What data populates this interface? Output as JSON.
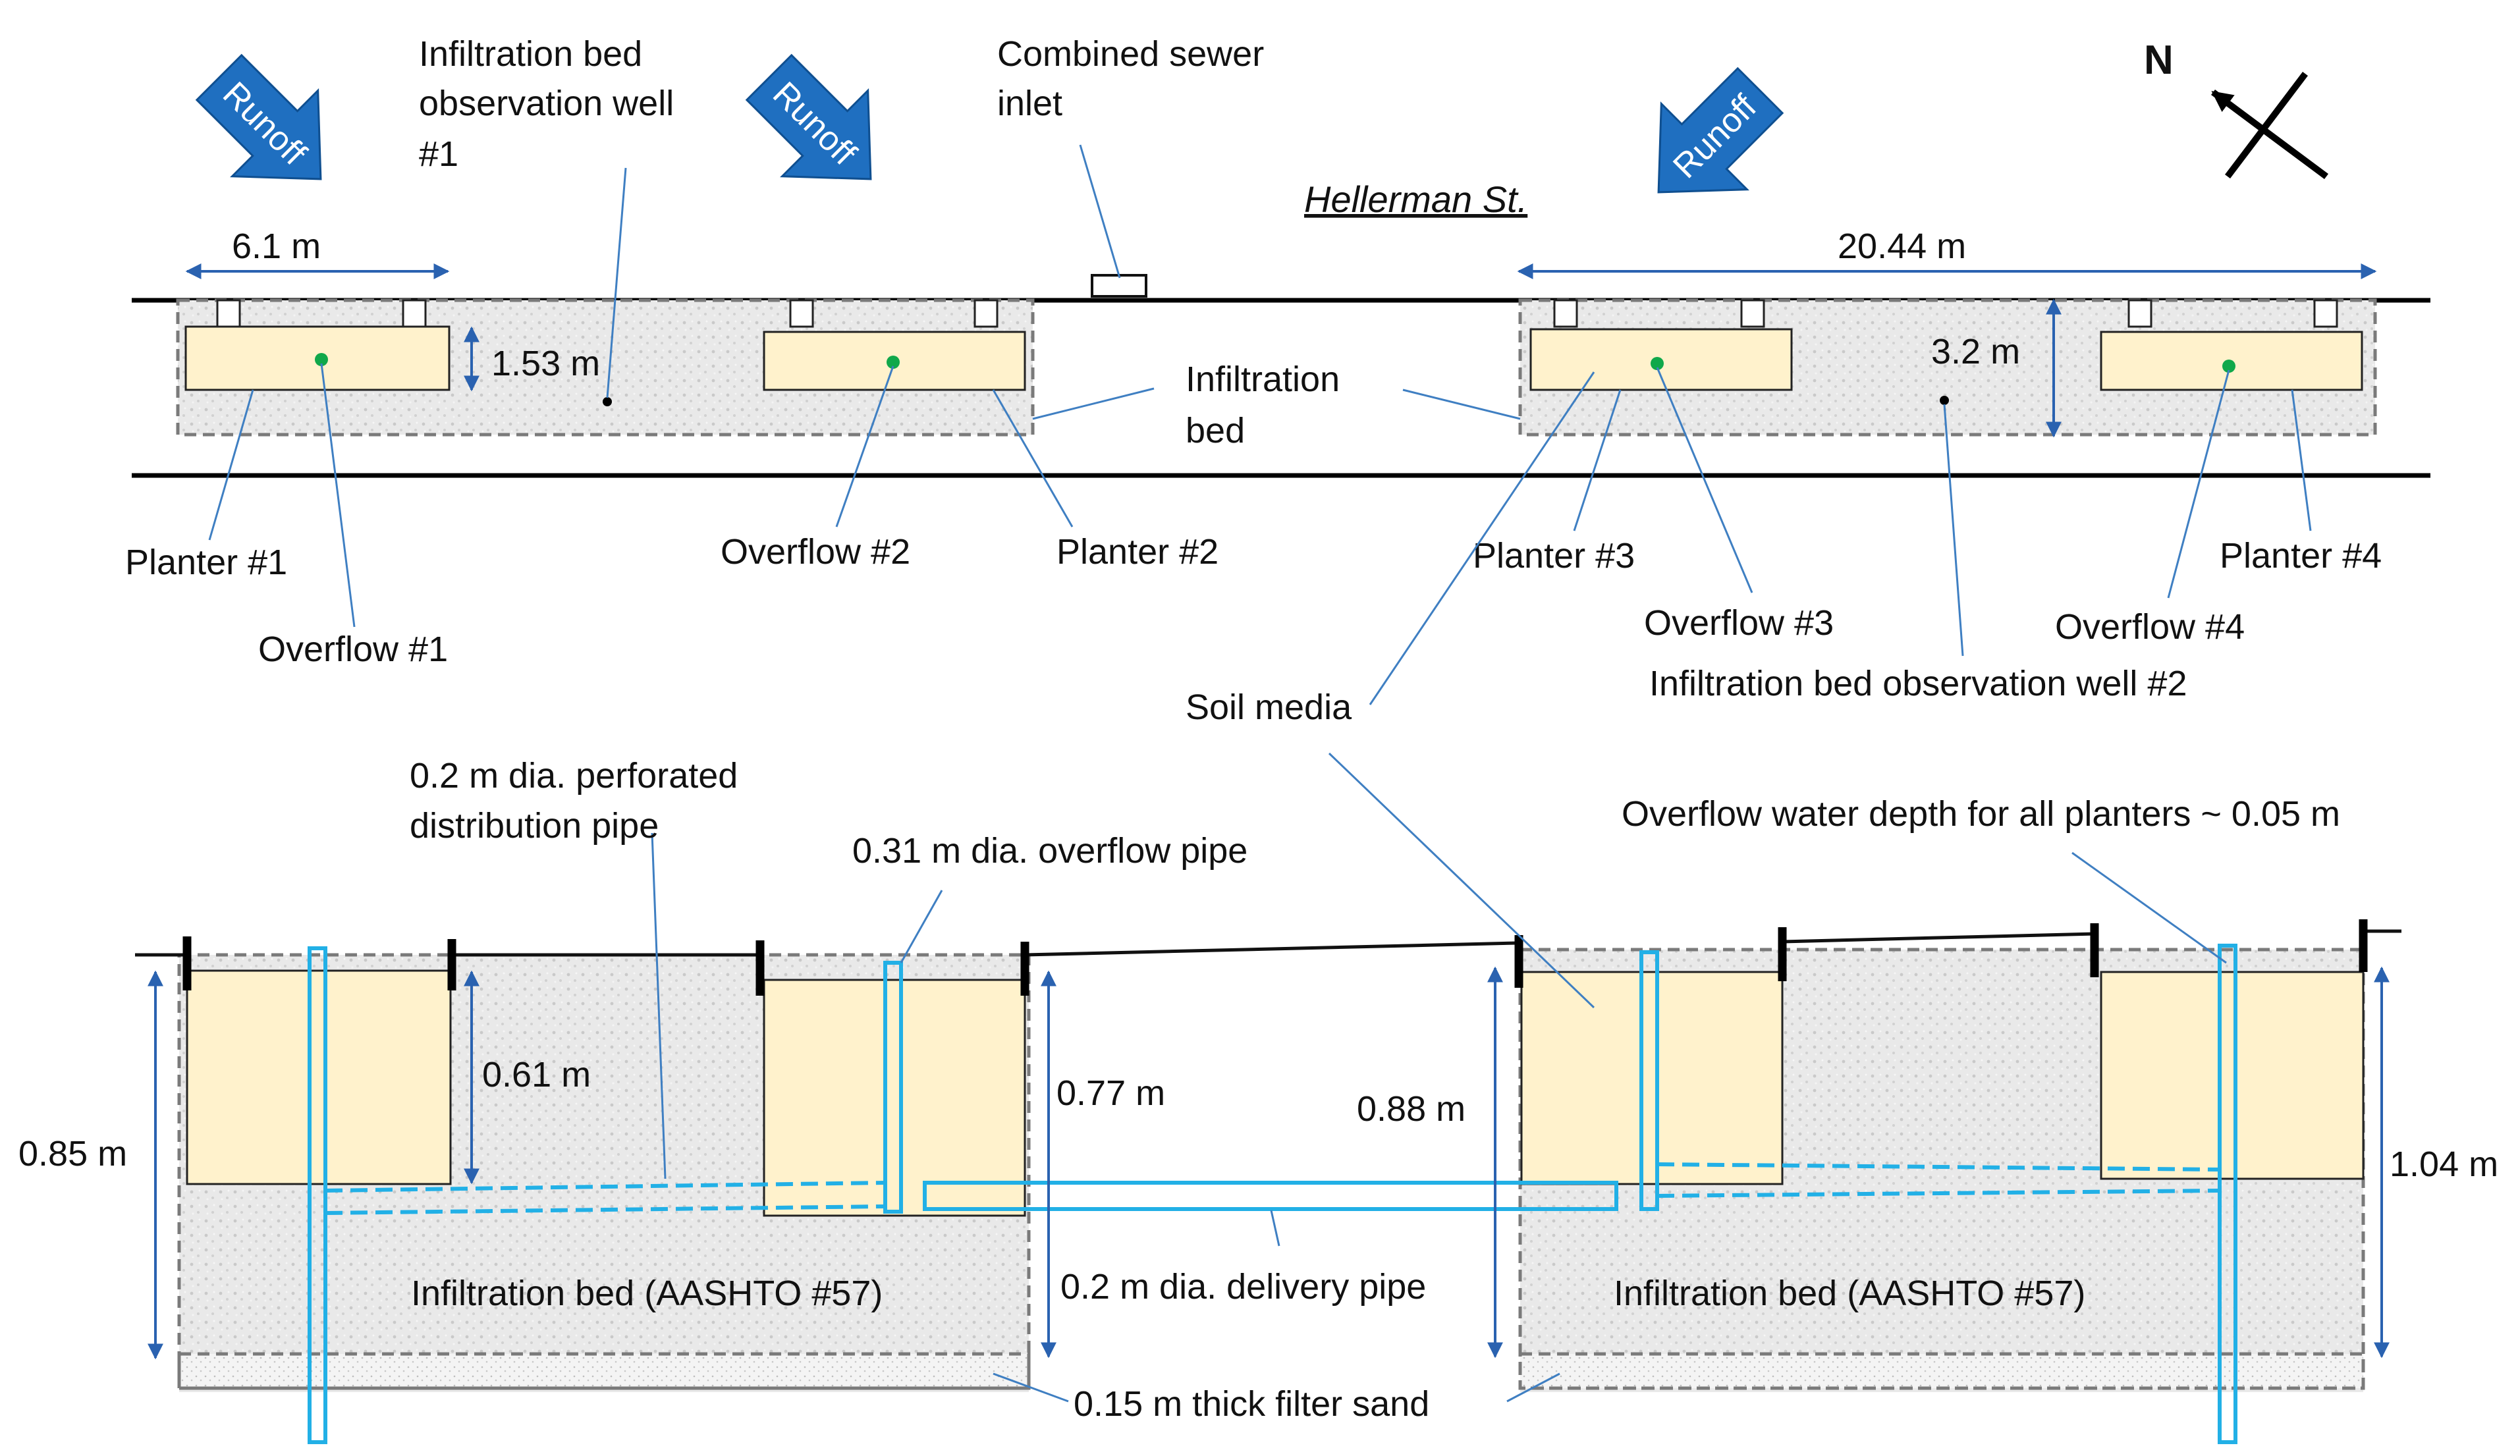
{
  "street_name": "Hellerman St.",
  "north_label": "N",
  "runoff_label": "Runoff",
  "labels": {
    "combined_sewer_inlet": [
      "Combined sewer",
      "inlet"
    ],
    "observation_well_1": [
      "Infiltration bed",
      "observation well",
      "#1"
    ],
    "infiltration_bed_plan": [
      "Infiltration",
      "bed"
    ],
    "planter_1": "Planter #1",
    "overflow_1": "Overflow #1",
    "overflow_2": "Overflow #2",
    "planter_2": "Planter #2",
    "planter_3": "Planter #3",
    "overflow_3": "Overflow #3",
    "overflow_4": "Overflow #4",
    "planter_4": "Planter #4",
    "observation_well_2": "Infiltration bed observation well #2",
    "soil_media": "Soil media",
    "perforated_pipe": [
      "0.2 m dia. perforated",
      "distribution pipe"
    ],
    "overflow_pipe": "0.31 m dia. overflow pipe",
    "overflow_depth": "Overflow water depth for all planters ~ 0.05 m",
    "bed_left": "Infiltration bed (AASHTO #57)",
    "bed_right": "Infiltration bed (AASHTO #57)",
    "delivery_pipe": "0.2 m dia. delivery pipe",
    "filter_sand": "0.15 m thick filter sand"
  },
  "dimensions": {
    "planter_width": "6.1 m",
    "bed_length": "20.44 m",
    "planter_offset": "1.53 m",
    "bed_width": "3.2 m",
    "depth_left": "0.85 m",
    "depth_planter_1": "0.61 m",
    "depth_mid": "0.77 m",
    "depth_center": "0.88 m",
    "depth_right": "1.04 m"
  },
  "colors": {
    "planter_fill": "#fff2cc",
    "pipe": "#22b0e6",
    "dimension": "#2a62b0",
    "runoff_arrow": "#1f6fc0",
    "bed_gravel": "#e6e6e6"
  },
  "icons": {
    "runoff_arrow": "runoff-arrow-icon",
    "north_arrow": "north-arrow-icon"
  }
}
